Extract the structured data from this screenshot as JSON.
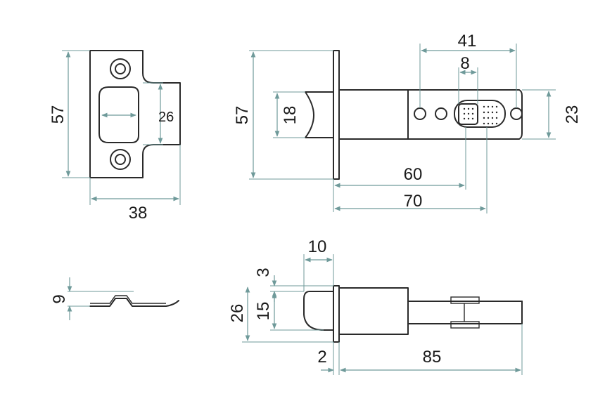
{
  "dimensions": {
    "strike_height": "57",
    "strike_recess": "26",
    "strike_width": "38",
    "strike_thickness": "9",
    "latch_face_height": "57",
    "latch_bolt_height": "18",
    "hole_spacing": "41",
    "square_hole": "8",
    "body_height": "23",
    "backset_60": "60",
    "backset_70": "70",
    "bolt_projection": "10",
    "bolt_offset": "3",
    "side_body_height": "26",
    "bolt_side_height": "15",
    "plate_thickness": "2",
    "overall_length": "85"
  },
  "colors": {
    "part_stroke": "#2a2a2a",
    "dimension_line": "#6f9a9a",
    "background": "#ffffff"
  }
}
